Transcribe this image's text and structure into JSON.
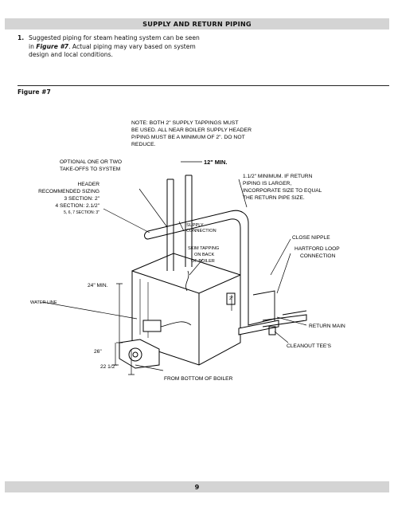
{
  "header": {
    "title": "SUPPLY AND RETURN PIPING"
  },
  "item": {
    "number": "1.",
    "text_before": "Suggested piping for steam heating system can be seen in ",
    "figure_ref": "Figure #7",
    "text_after": ". Actual piping may vary based on system design and local conditions."
  },
  "figure_label": "Figure #7",
  "diagram": {
    "note": [
      "NOTE: BOTH 2\" SUPPLY TAPPINGS MUST",
      "BE USED. ALL NEAR BOILER SUPPLY HEADER",
      "P/PING MUST BE A MINIMUM OF 2\". DO NOT",
      "REDUCE."
    ],
    "optional_takeoffs": [
      "OPTIONAL ONE OR TWO",
      "TAKE-OFFS TO SYSTEM"
    ],
    "header_sizing": [
      "HEADER",
      "RECOMMENDED SIZING",
      "3 SECTION:  2\"",
      "4 SECTION:  2.1/2\""
    ],
    "header_sizing_small": "5, 6, 7 SECTION:  3\"",
    "min_12": "12\" MIN.",
    "return_note": [
      "1.1/2\" MINIMUM. IF RETURN",
      "PIPING IS LARGER,",
      "INCORPORATE SIZE TO EQUAL",
      "THE RETURN PIPE SIZE."
    ],
    "supply_connection": [
      "SUPPLY",
      "CONNECTION"
    ],
    "close_nipple": "CLOSE NIPPLE",
    "hartford_loop": [
      "HARTFORD LOOP",
      "CONNECTION"
    ],
    "skim_tapping": [
      "SKIM TAPPING",
      "ON BACK",
      "OF BOILER"
    ],
    "min_24": "24\" MIN.",
    "two_inch": "2\"",
    "water_line": "WATER LINE",
    "return_main": "RETURN MAIN",
    "cleanout_tees": "CLEANOUT TEE'S",
    "dim_26": "26\"",
    "dim_22_5": "22 1/2\"",
    "from_bottom": "FROM BOTTOM OF BOILER"
  },
  "footer": {
    "page_number": "9"
  }
}
